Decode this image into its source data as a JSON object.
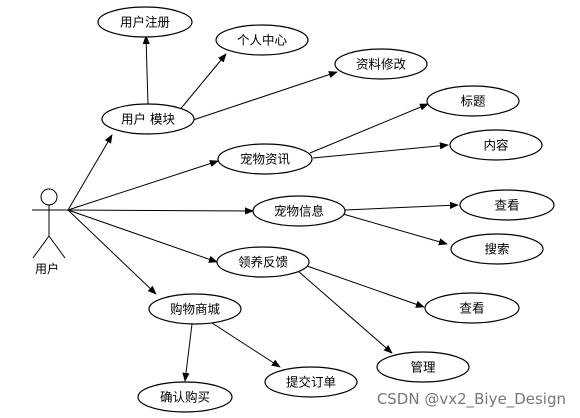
{
  "actor": {
    "label": "用户"
  },
  "nodes": {
    "user_module": "用户 模块",
    "user_register": "用户注册",
    "personal_center": "个人中心",
    "profile_edit": "资料修改",
    "pet_news": "宠物资讯",
    "news_title": "标题",
    "news_content": "内容",
    "pet_info": "宠物信息",
    "info_view": "查看",
    "info_search": "搜索",
    "adopt_feedback": "领养反馈",
    "feedback_view": "查看",
    "feedback_manage": "管理",
    "pet_mall": "购物商城",
    "confirm_purchase": "确认购买",
    "submit_order": "提交订单"
  },
  "watermark": "CSDN @vx2_Biye_Design"
}
